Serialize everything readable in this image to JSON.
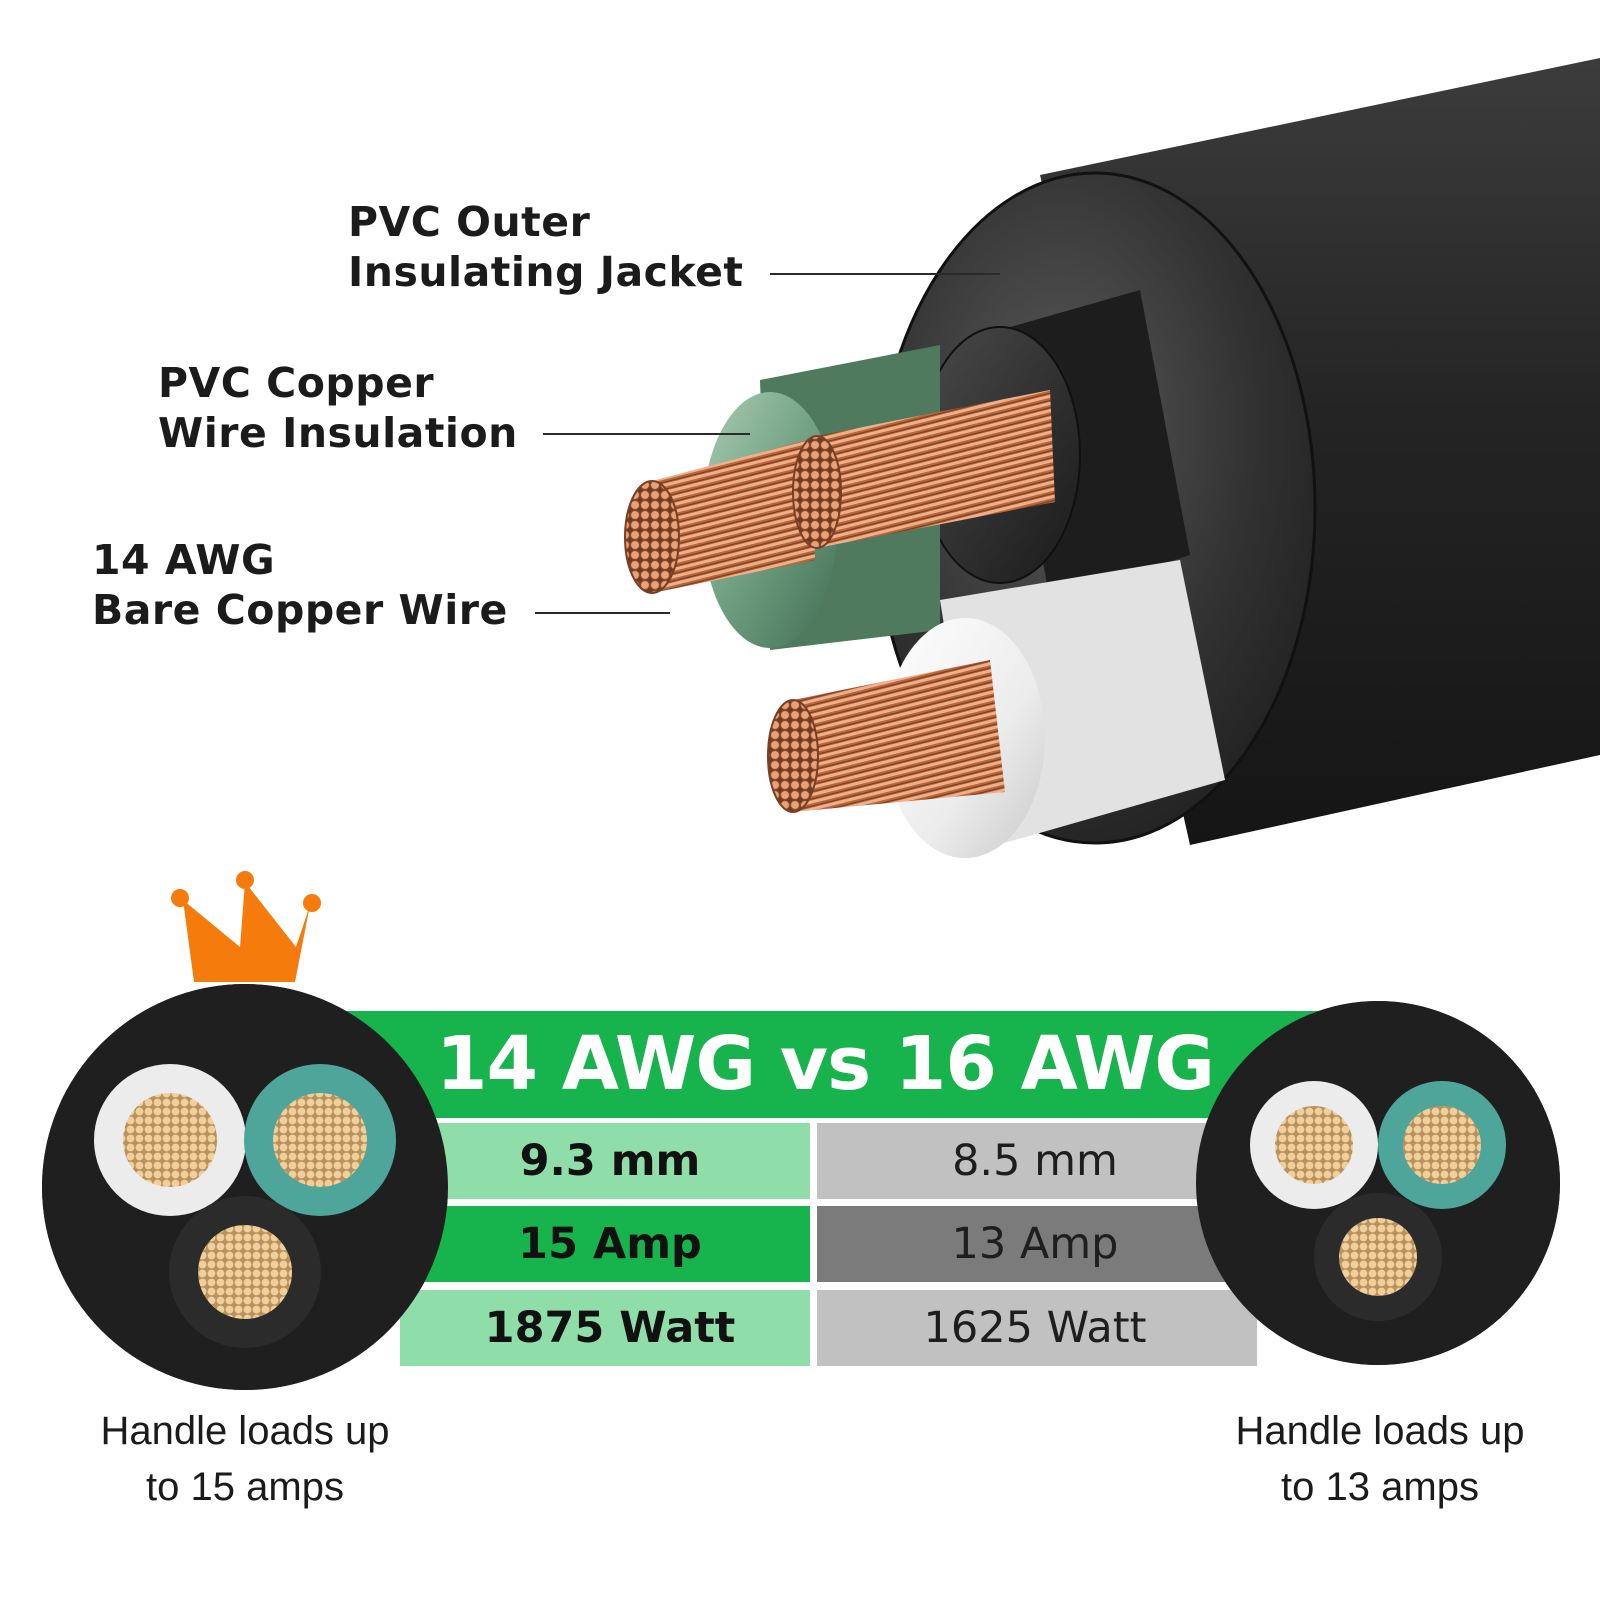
{
  "callouts": {
    "jacket": {
      "line1": "PVC Outer",
      "line2": "Insulating Jacket"
    },
    "insulation": {
      "line1": "PVC Copper",
      "line2": "Wire Insulation"
    },
    "wire": {
      "line1": "14 AWG",
      "line2": "Bare Copper Wire"
    }
  },
  "comparison": {
    "title": "14 AWG vs 16 AWG",
    "rows": [
      {
        "left": "9.3 mm",
        "right": "8.5 mm"
      },
      {
        "left": "15 Amp",
        "right": "13 Amp"
      },
      {
        "left": "1875 Watt",
        "right": "1625 Watt"
      }
    ]
  },
  "captions": {
    "left": {
      "line1": "Handle loads up",
      "line2": "to 15 amps"
    },
    "right": {
      "line1": "Handle loads up",
      "line2": "to 13 amps"
    }
  },
  "icons": [
    "crown-icon",
    "cable-cross-section-14awg",
    "cable-cross-section-16awg"
  ],
  "colors": {
    "green": "#17b34c",
    "light_green": "#8fdeaa",
    "gray": "#7b7b7b",
    "light_gray": "#c1c1c1",
    "crown_orange": "#f57c0c",
    "copper": "#c9794e",
    "teal": "#4ea69a",
    "jacket_black": "#1f1f1f"
  }
}
